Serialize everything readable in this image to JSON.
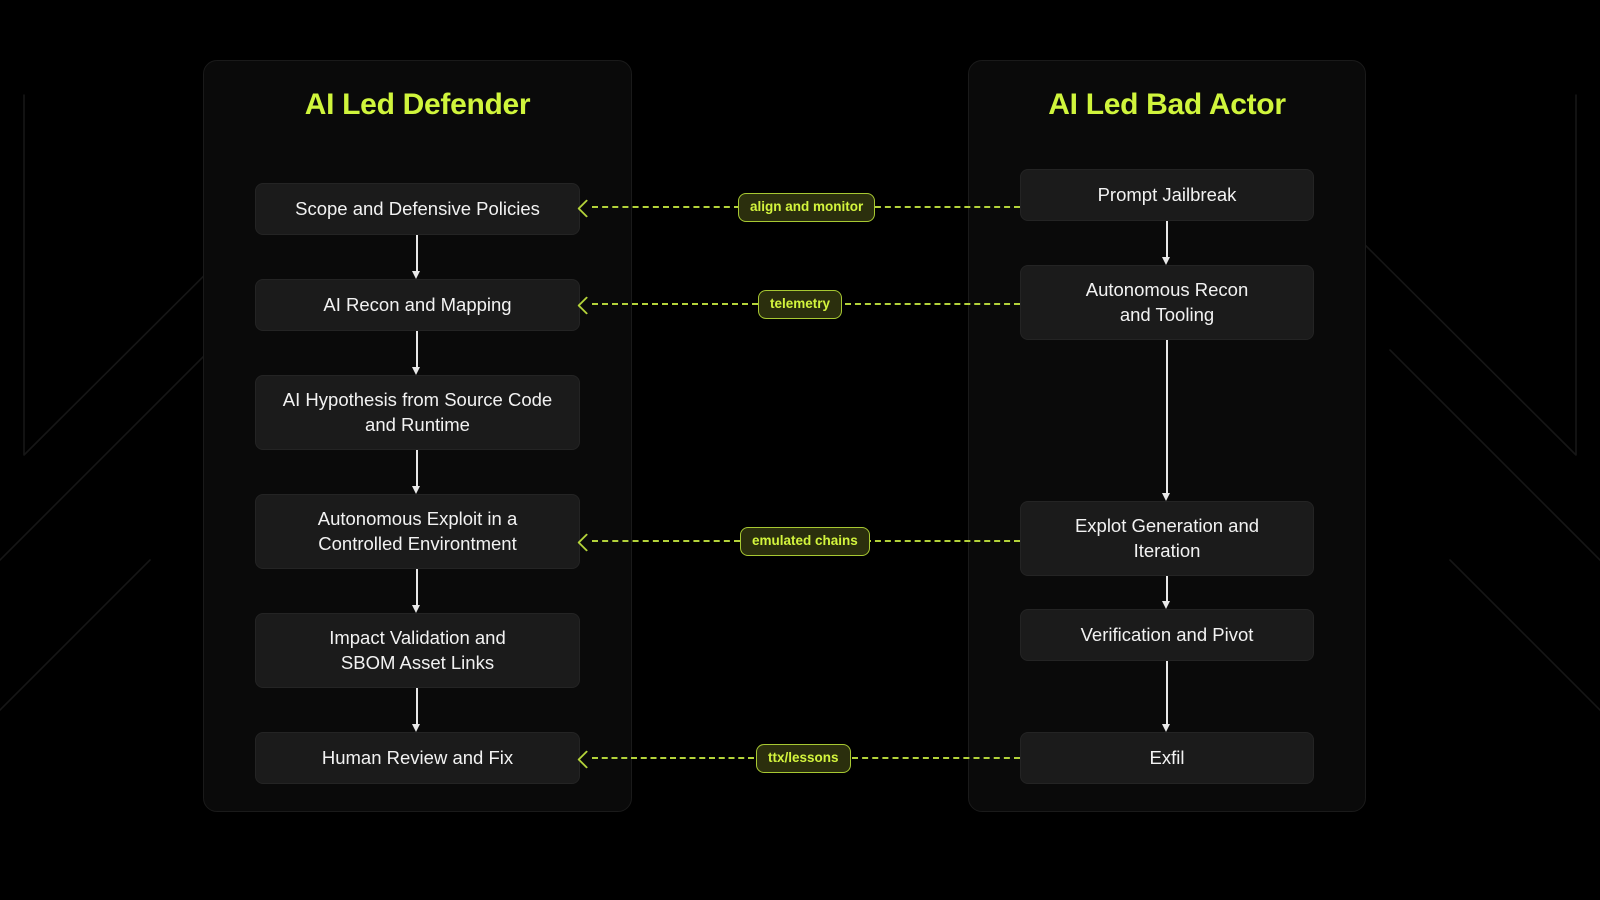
{
  "canvas": {
    "background_color": "#000000",
    "accent_color": "#d0f53c",
    "link_color": "#b3d23a",
    "node_bg_color": "#1b1b1b",
    "node_text_color": "#f2f2f2"
  },
  "panels": {
    "left": {
      "title": "AI Led Defender",
      "nodes": [
        {
          "id": "def-1",
          "label": "Scope and Defensive Policies"
        },
        {
          "id": "def-2",
          "label": "AI Recon and Mapping"
        },
        {
          "id": "def-3",
          "label": "AI Hypothesis from Source Code\nand Runtime"
        },
        {
          "id": "def-4",
          "label": "Autonomous Exploit in a\nControlled Environtment"
        },
        {
          "id": "def-5",
          "label": "Impact Validation and\nSBOM Asset Links"
        },
        {
          "id": "def-6",
          "label": "Human Review and Fix"
        }
      ]
    },
    "right": {
      "title": "AI Led Bad Actor",
      "nodes": [
        {
          "id": "bad-1",
          "label": "Prompt Jailbreak"
        },
        {
          "id": "bad-2",
          "label": "Autonomous Recon\nand Tooling"
        },
        {
          "id": "bad-3",
          "label": "Explot Generation and\nIteration"
        },
        {
          "id": "bad-4",
          "label": "Verification and Pivot"
        },
        {
          "id": "bad-5",
          "label": "Exfil"
        }
      ]
    }
  },
  "cross_links": [
    {
      "id": "link-1",
      "label": "align and monitor",
      "from": "bad-1",
      "to": "def-1",
      "direction": "right-to-left"
    },
    {
      "id": "link-2",
      "label": "telemetry",
      "from": "bad-2",
      "to": "def-2",
      "direction": "right-to-left"
    },
    {
      "id": "link-3",
      "label": "emulated chains",
      "from": "bad-3",
      "to": "def-4",
      "direction": "right-to-left"
    },
    {
      "id": "link-4",
      "label": "ttx/lessons",
      "from": "bad-5",
      "to": "def-6",
      "direction": "right-to-left"
    }
  ]
}
